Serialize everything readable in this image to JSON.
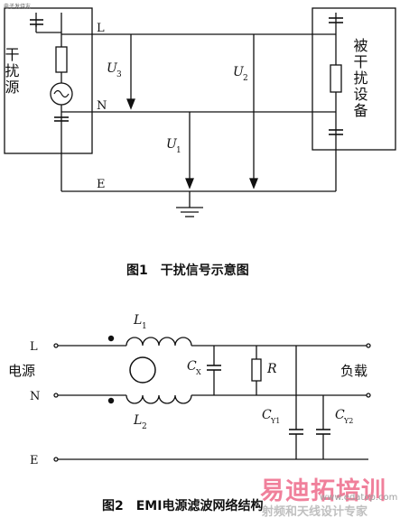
{
  "fig1": {
    "caption": "图1　干扰信号示意图",
    "source_label": "干扰源",
    "device_label": "被干扰设备",
    "line_L": "L",
    "line_N": "N",
    "line_E": "E",
    "u1": "U",
    "u1_sub": "1",
    "u2": "U",
    "u2_sub": "2",
    "u3": "U",
    "u3_sub": "3"
  },
  "fig2": {
    "caption": "图2　EMI电源滤波网络结构",
    "power_label": "电源",
    "load_label": "负载",
    "term_L": "L",
    "term_N": "N",
    "term_E": "E",
    "l1": "L",
    "l1_sub": "1",
    "l2": "L",
    "l2_sub": "2",
    "cx": "C",
    "cx_sub": "X",
    "r": "R",
    "cy1": "C",
    "cy1_sub": "Y1",
    "cy2": "C",
    "cy2_sub": "Y2"
  },
  "watermark": {
    "main": "易迪拓培训",
    "sub": "射频和天线设计专家",
    "url": "www.edatop.com",
    "corner": "电子发烧友"
  }
}
